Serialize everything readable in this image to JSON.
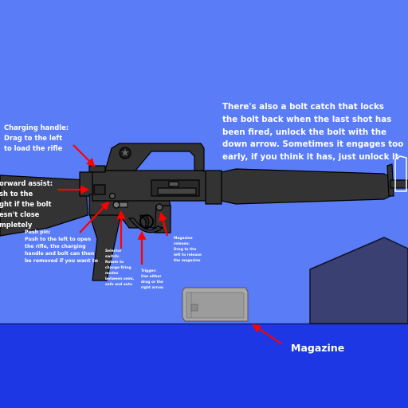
{
  "labels": {
    "charging_handle": "Charging handle:\nDrag to the left\nto load the rifle",
    "forward_assist": "orward assist:\nsh to the\nght if the bolt\nesn't close\nmpletely",
    "push_pin": "Push pin:\nPush to the left to open\nthe rifle, the charging\nhandle and bolt can then\nbe removed if you want to",
    "selector_switch": "Selector\nswitch:\nRotate to\nchange firing\nmodes\nbetween semi,\nsafe and auto",
    "trigger": "Trigger:\nUse either\ndrag or the\nright arrow",
    "magazine_release": "Magazine\nrelease:\nDrag to the\nleft to release\nthe magazine",
    "bolt_catch_info": "There's also a bolt catch that locks\nthe bolt back when the last shot has\nbeen fired, unlock the bolt with the\ndown arrow. Sometimes it engages too\nearly, if you think it has, just unlock it",
    "magazine": "Magazine"
  },
  "colors": {
    "background": "#5a7cf7",
    "floor": "#1d37e4",
    "floor_line": "#0c1a7a",
    "rifle_body": "#333333",
    "rifle_outline": "#000000",
    "crate": "#3a4172",
    "magazine_body": "#a9a9a9",
    "arrow": "#ff0000",
    "text": "#ffffff"
  }
}
